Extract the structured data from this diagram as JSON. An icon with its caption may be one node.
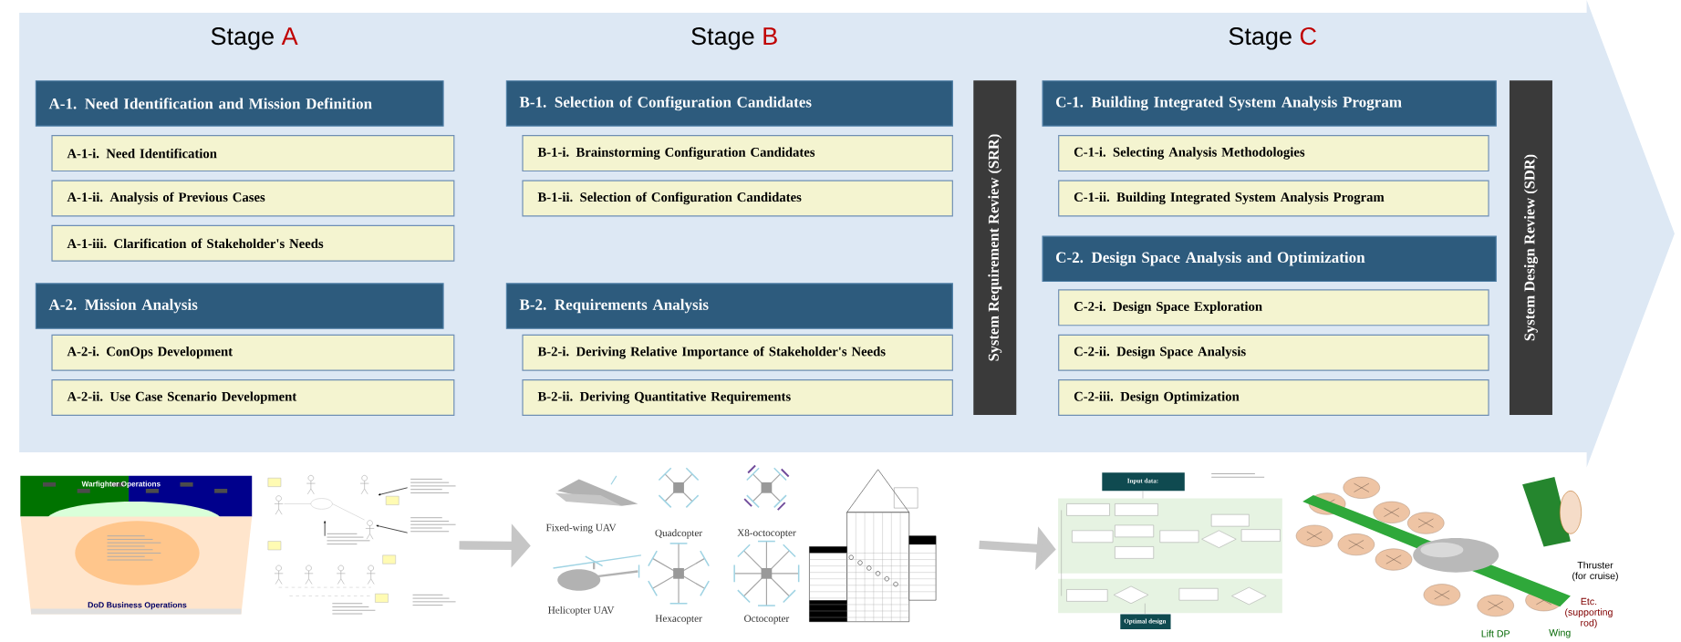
{
  "diagram": {
    "nodes": [
      {
        "text": [
          "A-1. Need Identification and Mission Definition"
        ]
      },
      {
        "text": [
          "A-1-i. Need Identification"
        ]
      },
      {
        "text": [
          "A-1-ii. Analysis of Previous Cases"
        ]
      },
      {
        "text": [
          "A-1-iii. Clarification of Stakeholder's Needs"
        ]
      },
      {
        "text": [
          "A-2. Mission Analysis"
        ]
      },
      {
        "text": [
          "A-2-i. ConOps Development"
        ]
      },
      {
        "text": [
          "A-2-ii. Use Case Scenario Development"
        ]
      },
      {
        "text": [
          "B-1. Selection of Configuration Candidates"
        ]
      },
      {
        "text": [
          "B-1-i. Brainstorming Configuration Candidates"
        ]
      },
      {
        "text": [
          "B-1-ii. Selection of Configuration Candidates"
        ]
      },
      {
        "text": [
          "B-2. Requirements Analysis"
        ]
      },
      {
        "text": [
          "B-2-i. Deriving Relative Importance of Stakeholder's Needs"
        ]
      },
      {
        "text": [
          "B-2-ii. Deriving Quantitative Requirements"
        ]
      },
      {
        "text": [
          "System Requirement Review (SRR)"
        ]
      },
      {
        "text": [
          "C-1. Building Integrated System Analysis Program"
        ]
      },
      {
        "text": [
          "C-1-i. Selecting Analysis Methodologies"
        ]
      },
      {
        "text": [
          "C-1-ii. Building Integrated System Analysis Program"
        ]
      },
      {
        "text": [
          "C-2. Design Space Analysis and Optimization"
        ]
      },
      {
        "text": [
          "C-2-i. Design Space Exploration"
        ]
      },
      {
        "text": [
          "C-2-ii. Design Space Analysis"
        ]
      },
      {
        "text": [
          "C-2-iii. Design Optimization"
        ]
      },
      {
        "text": [
          "System Design Review (SDR)"
        ]
      },
      {
        "text": [],
        "shape": "picture"
      },
      {
        "text": [],
        "shape": "picture"
      },
      {
        "text": [],
        "shape": "picture"
      },
      {
        "text": [],
        "shape": "picture"
      },
      {
        "text": [],
        "shape": "picture"
      },
      {
        "text": [],
        "shape": "picture"
      }
    ],
    "edges": [
      {
        "from": 23,
        "to": 24,
        "arrow": "to"
      },
      {
        "from": 25,
        "to": 26,
        "arrow": "to"
      }
    ],
    "labels": [
      "Stage",
      "A",
      "Stage",
      "B",
      "Stage",
      "C",
      "Warfighter Operations",
      "DoD Business Operations",
      "Fixed-wing UAV",
      "Quadcopter",
      "X8-octocopter",
      "Helicopter UAV",
      "Hexacopter",
      "Octocopter",
      "Input data:",
      "Optimal design",
      "Thruster (for cruise)",
      "Etc. (supporting rod)",
      "Lift DP",
      "Wing"
    ]
  }
}
